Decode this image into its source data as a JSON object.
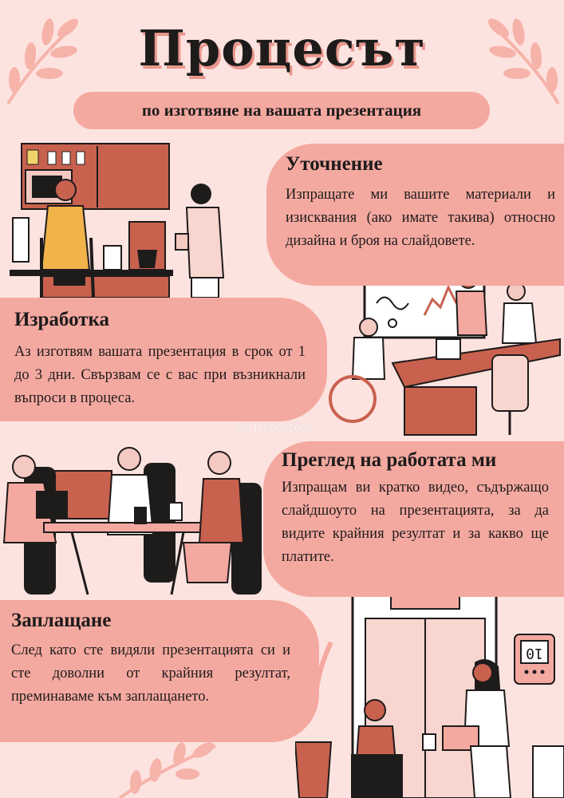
{
  "header": {
    "title": "Процесът",
    "subtitle": "по изготвяне на вашата презентация"
  },
  "steps": [
    {
      "heading": "Уточнение",
      "text": "Изпращате ми вашите материали и изисквания (ако имате такива) относно дизайна и броя на слайдовете."
    },
    {
      "heading": "Изработка",
      "text": "Аз изготвям вашата презентация в срок от 1 до 3 дни. Свързвам се с вас при възникнали въпроси в процеса."
    },
    {
      "heading": "Преглед на работата ми",
      "text": "Изпращам ви кратко видео, съдържащо слайдшоуто на презентацията, за да видите крайния резултат и за какво ще платите."
    },
    {
      "heading": "Заплащане",
      "text": "След като сте видяли презентацията си и сте доволни от крайния резултат, преминаваме към заплащането."
    }
  ],
  "watermark": "alo.bg/9055669",
  "elevator_floor": "10",
  "colors": {
    "background": "#fde3df",
    "card": "#f4a9a0",
    "accent": "#c9614f",
    "title_shadow": "#e9968c",
    "text": "#1e1b1b"
  }
}
